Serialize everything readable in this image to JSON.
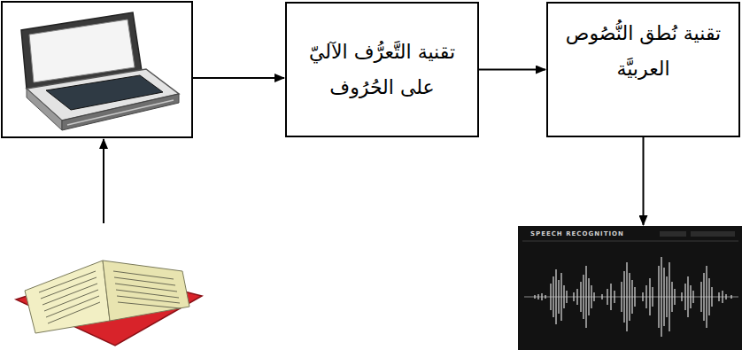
{
  "diagram": {
    "nodes": [
      {
        "text": [
          "تقنية التَّعرُّف الآليّ على الحُرُوف"
        ]
      },
      {
        "text": [
          "تقنية نُطق النُّصُوص العربيَّة"
        ]
      },
      {
        "text": [
          "SPEECH RECOGNITION"
        ]
      }
    ],
    "edges": [
      {
        "from": 0,
        "to": 1,
        "arrow": "to"
      },
      {
        "from": 1,
        "to": 2,
        "arrow": "to"
      }
    ]
  }
}
